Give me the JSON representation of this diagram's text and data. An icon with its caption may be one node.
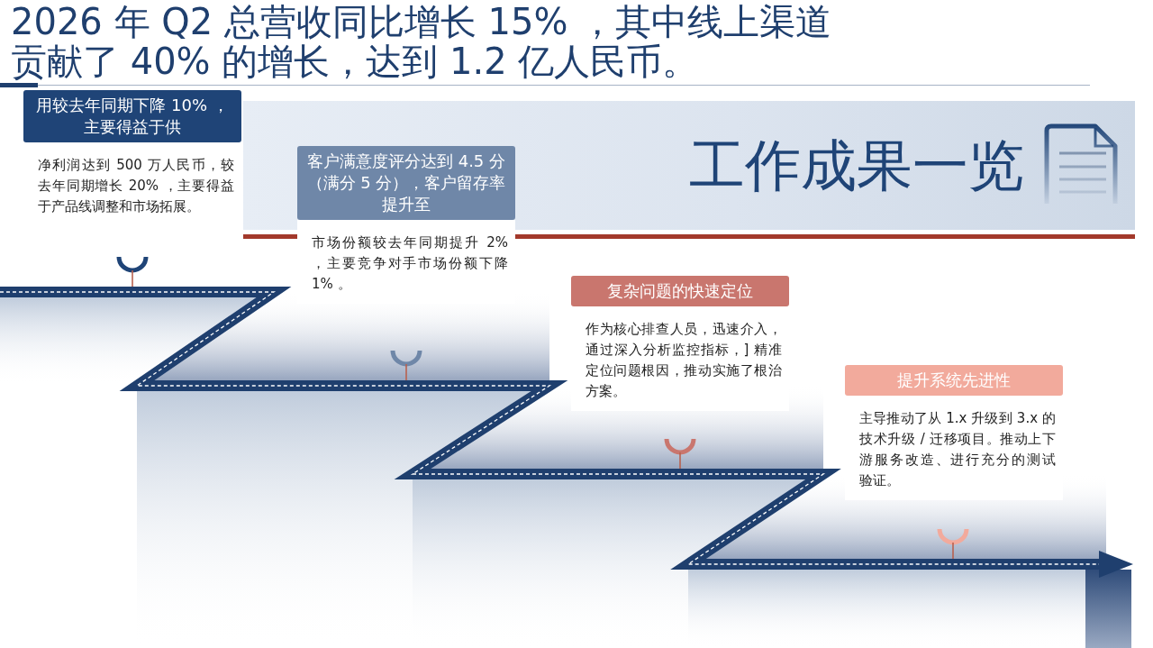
{
  "diagram": {
    "title": "2026 年 Q2 总营收同比增长 15% ，其中线上渠道贡献了 40% 的增长，达到 1.2 亿人民币。",
    "nodes": [
      {
        "text": [
          "用较去年同期下降 10% ，主要得益于供",
          "净利润达到 500 万人民币，较去年同期增长 20% ，主要得益于产品线调整和市场拓展。"
        ]
      },
      {
        "text": [
          "工作成果一览"
        ]
      },
      {
        "text": [
          "客户满意度评分达到 4.5 分（满分 5 分），客户留存率提升至",
          "市场份额较去年同期提升 2% ，主要竞争对手市场份额下降 1% 。"
        ]
      },
      {
        "text": [
          "复杂问题的快速定位",
          "作为核心排查人员，迅速介入，通过深入分析监控指标，] 精准定位问题根因，推动实施了根治方案。"
        ]
      },
      {
        "text": [
          "提升系统先进性",
          "主导推动了从 1.x 升级到 3.x 的技术升级 / 迁移项目。推动上下游服务改造、进行充分的测试验证。"
        ]
      }
    ]
  }
}
